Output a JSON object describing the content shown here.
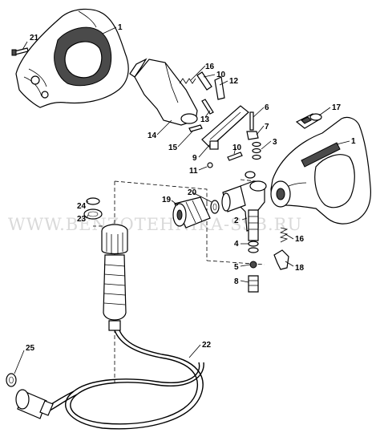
{
  "watermark": "WWW.BENZOTEHNIKA-SSB.RU",
  "callouts": [
    {
      "id": "c21",
      "text": "21"
    },
    {
      "id": "c1a",
      "text": "1"
    },
    {
      "id": "c16a",
      "text": "16"
    },
    {
      "id": "c10a",
      "text": "10"
    },
    {
      "id": "c12",
      "text": "12"
    },
    {
      "id": "c13",
      "text": "13"
    },
    {
      "id": "c14",
      "text": "14"
    },
    {
      "id": "c15",
      "text": "15"
    },
    {
      "id": "c6",
      "text": "6"
    },
    {
      "id": "c17",
      "text": "17"
    },
    {
      "id": "c1b",
      "text": "1"
    },
    {
      "id": "c7",
      "text": "7"
    },
    {
      "id": "c3",
      "text": "3"
    },
    {
      "id": "c9",
      "text": "9"
    },
    {
      "id": "c10b",
      "text": "10"
    },
    {
      "id": "c11",
      "text": "11"
    },
    {
      "id": "c19",
      "text": "19"
    },
    {
      "id": "c20",
      "text": "20"
    },
    {
      "id": "c24",
      "text": "24"
    },
    {
      "id": "c23",
      "text": "23"
    },
    {
      "id": "c2",
      "text": "2"
    },
    {
      "id": "c16b",
      "text": "16"
    },
    {
      "id": "c4",
      "text": "4"
    },
    {
      "id": "c18",
      "text": "18"
    },
    {
      "id": "c5",
      "text": "5"
    },
    {
      "id": "c8",
      "text": "8"
    },
    {
      "id": "c22",
      "text": "22"
    },
    {
      "id": "c25",
      "text": "25"
    }
  ]
}
